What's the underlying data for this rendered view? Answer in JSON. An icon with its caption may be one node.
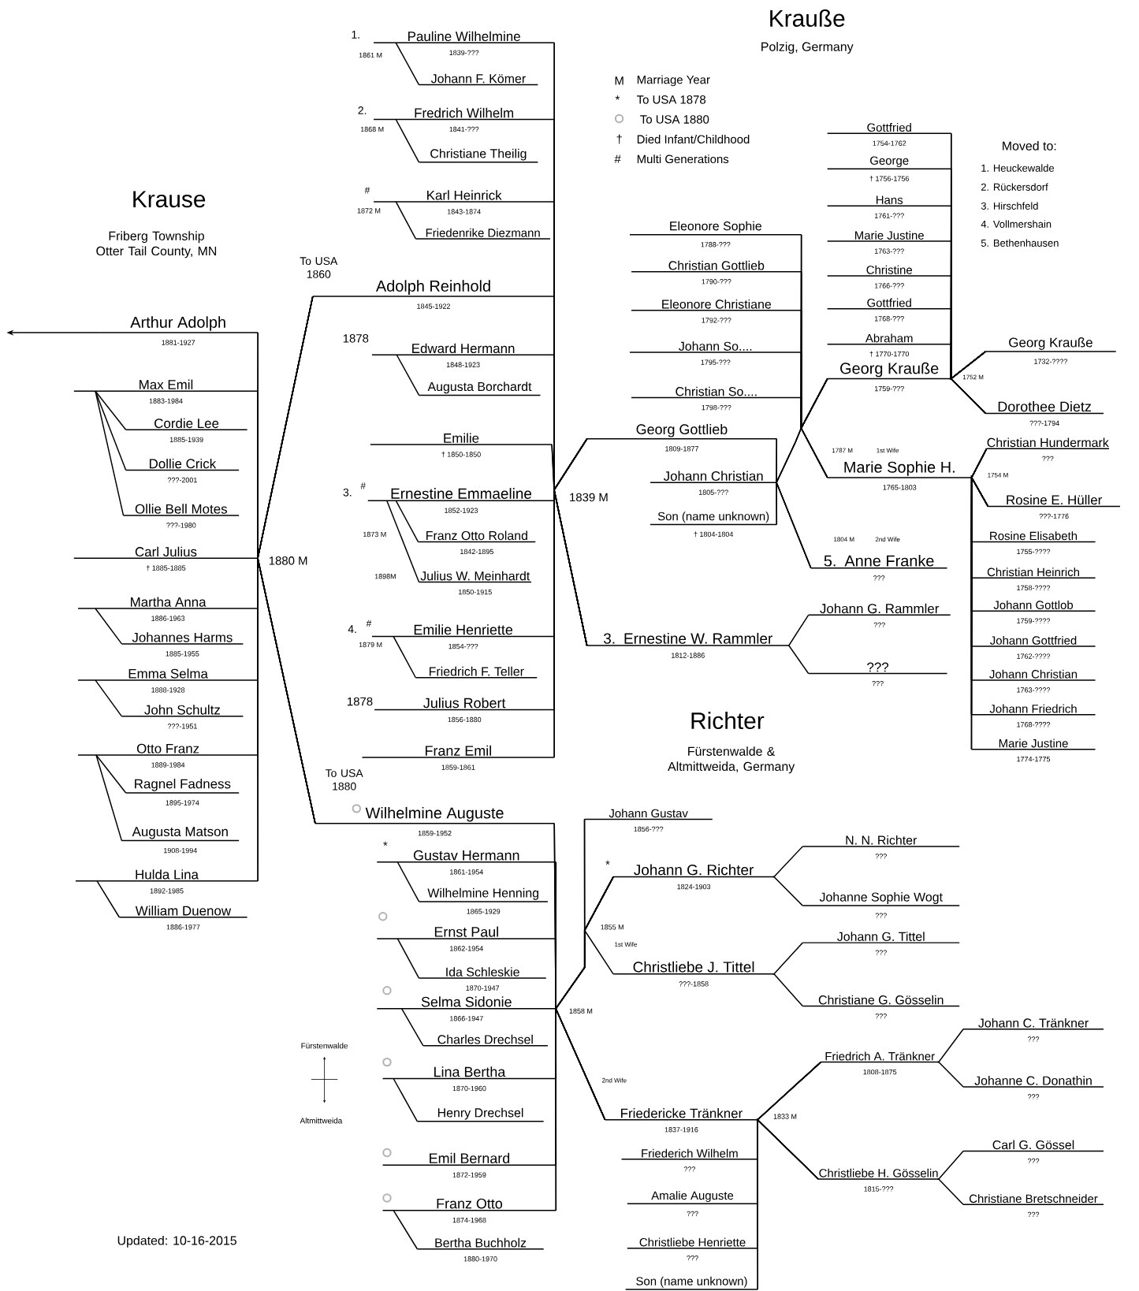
{
  "diagram": {
    "nodes": [
      {
        "text": [
          "Arthur Adolph"
        ],
        "beside": [
          "1881-1927"
        ]
      },
      {
        "text": [
          "Max Emil"
        ],
        "beside": [
          "1883-1984"
        ]
      },
      {
        "text": [
          "Cordie Lee"
        ],
        "beside": [
          "1885-1939"
        ]
      },
      {
        "text": [
          "Dollie Crick"
        ],
        "beside": [
          "???-2001"
        ]
      },
      {
        "text": [
          "Ollie Bell Motes"
        ],
        "beside": [
          "???-1980"
        ]
      },
      {
        "text": [
          "Carl Julius"
        ],
        "beside": [
          "† 1885-1885"
        ]
      },
      {
        "text": [
          "Martha Anna"
        ],
        "beside": [
          "1886-1963"
        ]
      },
      {
        "text": [
          "Johannes Harms"
        ],
        "beside": [
          "1885-1955"
        ]
      },
      {
        "text": [
          "Emma Selma"
        ],
        "beside": [
          "1888-1928"
        ]
      },
      {
        "text": [
          "John Schultz"
        ],
        "beside": [
          "???-1951"
        ]
      },
      {
        "text": [
          "Otto Franz"
        ],
        "beside": [
          "1889-1984"
        ]
      },
      {
        "text": [
          "Ragnel Fadness"
        ],
        "beside": [
          "1895-1974"
        ]
      },
      {
        "text": [
          "Augusta Matson"
        ],
        "beside": [
          "1908-1994"
        ]
      },
      {
        "text": [
          "Hulda Lina"
        ],
        "beside": [
          "1892-1985"
        ]
      },
      {
        "text": [
          "William Duenow"
        ],
        "beside": [
          "1886-1977"
        ]
      },
      {
        "text": [
          "Pauline Wilhelmine"
        ],
        "beside": [
          "1.",
          "1839-???"
        ]
      },
      {
        "text": [
          "Johann F. Kömer"
        ]
      },
      {
        "text": [
          "Fredrich Wilhelm"
        ],
        "beside": [
          "2.",
          "1841-???"
        ]
      },
      {
        "text": [
          "Christiane Theilig"
        ]
      },
      {
        "text": [
          "Karl Heinrick"
        ],
        "beside": [
          "#",
          "1843-1874"
        ]
      },
      {
        "text": [
          "Friedenrike Diezmann"
        ]
      },
      {
        "text": [
          "Adolph Reinhold"
        ],
        "beside": [
          "To USA 1860",
          "1845-1922"
        ]
      },
      {
        "text": [
          "Edward Hermann"
        ],
        "beside": [
          "1878",
          "1848-1923"
        ]
      },
      {
        "text": [
          "Augusta Borchardt"
        ]
      },
      {
        "text": [
          "Emilie"
        ],
        "beside": [
          "† 1850-1850"
        ]
      },
      {
        "text": [
          "Ernestine Emmaeline"
        ],
        "beside": [
          "3.",
          "#",
          "1852-1923"
        ]
      },
      {
        "text": [
          "Franz Otto Roland"
        ],
        "beside": [
          "1842-1895"
        ]
      },
      {
        "text": [
          "Julius W. Meinhardt"
        ],
        "beside": [
          "1898M",
          "1850-1915"
        ]
      },
      {
        "text": [
          "Emilie Henriette"
        ],
        "beside": [
          "4.",
          "#",
          "1854-???"
        ]
      },
      {
        "text": [
          "Friedrich F. Teller"
        ]
      },
      {
        "text": [
          "Julius Robert"
        ],
        "beside": [
          "1878",
          "1856-1880"
        ]
      },
      {
        "text": [
          "Franz Emil"
        ],
        "beside": [
          "1859-1861"
        ]
      },
      {
        "text": [
          "Wilhelmine Auguste"
        ],
        "beside": [
          "To USA 1880",
          "1859-1952"
        ]
      },
      {
        "text": [
          "Gustav Hermann"
        ],
        "beside": [
          "*",
          "1861-1954"
        ]
      },
      {
        "text": [
          "Wilhelmine Henning"
        ],
        "beside": [
          "1865-1929"
        ]
      },
      {
        "text": [
          "Ernst Paul"
        ],
        "beside": [
          "1862-1954"
        ]
      },
      {
        "text": [
          "Ida Schleskie"
        ],
        "beside": [
          "1870-1947"
        ]
      },
      {
        "text": [
          "Selma Sidonie"
        ],
        "beside": [
          "1866-1947"
        ]
      },
      {
        "text": [
          "Charles Drechsel"
        ]
      },
      {
        "text": [
          "Lina Bertha"
        ],
        "beside": [
          "1870-1960"
        ]
      },
      {
        "text": [
          "Henry Drechsel"
        ]
      },
      {
        "text": [
          "Emil Bernard"
        ],
        "beside": [
          "1872-1959"
        ]
      },
      {
        "text": [
          "Franz Otto"
        ],
        "beside": [
          "1874-1968"
        ]
      },
      {
        "text": [
          "Bertha Buchholz"
        ],
        "beside": [
          "1880-1970"
        ]
      },
      {
        "text": [
          "Gottfried"
        ],
        "beside": [
          "1754-1762"
        ]
      },
      {
        "text": [
          "George"
        ],
        "beside": [
          "† 1756-1756"
        ]
      },
      {
        "text": [
          "Hans"
        ],
        "beside": [
          "1761-???"
        ]
      },
      {
        "text": [
          "Marie Justine"
        ],
        "beside": [
          "1763-???"
        ]
      },
      {
        "text": [
          "Christine"
        ],
        "beside": [
          "1766-???"
        ]
      },
      {
        "text": [
          "Gottfried"
        ],
        "beside": [
          "1768-???"
        ]
      },
      {
        "text": [
          "Abraham"
        ],
        "beside": [
          "† 1770-1770"
        ]
      },
      {
        "text": [
          "Eleonore Sophie"
        ],
        "beside": [
          "1788-???"
        ]
      },
      {
        "text": [
          "Christian Gottlieb"
        ],
        "beside": [
          "1790-???"
        ]
      },
      {
        "text": [
          "Eleonore Christiane"
        ],
        "beside": [
          "1792-???"
        ]
      },
      {
        "text": [
          "Johann So...."
        ],
        "beside": [
          "1795-???"
        ]
      },
      {
        "text": [
          "Christian So...."
        ],
        "beside": [
          "1798-???"
        ]
      },
      {
        "text": [
          "Georg Krauße"
        ],
        "beside": [
          "1732-????"
        ]
      },
      {
        "text": [
          "Georg Krauße"
        ],
        "beside": [
          "1759-???"
        ]
      },
      {
        "text": [
          "Dorothee Dietz"
        ],
        "beside": [
          "???-1794"
        ]
      },
      {
        "text": [
          "Georg Gottlieb"
        ],
        "beside": [
          "1809-1877"
        ]
      },
      {
        "text": [
          "Christian Hundermark"
        ],
        "beside": [
          "???"
        ]
      },
      {
        "text": [
          "Marie Sophie H."
        ],
        "beside": [
          "1787 M",
          "1st Wife",
          "1765-1803"
        ]
      },
      {
        "text": [
          "Johann Christian"
        ],
        "beside": [
          "1805-???"
        ]
      },
      {
        "text": [
          "Rosine E. Hüller"
        ],
        "beside": [
          "???-1776"
        ]
      },
      {
        "text": [
          "Son (name unknown)"
        ],
        "beside": [
          "† 1804-1804"
        ]
      },
      {
        "text": [
          "Rosine Elisabeth"
        ],
        "beside": [
          "1755-????"
        ]
      },
      {
        "text": [
          "5.",
          "Anne Franke"
        ],
        "beside": [
          "1804 M",
          "2nd Wife",
          "???"
        ]
      },
      {
        "text": [
          "Christian Heinrich"
        ],
        "beside": [
          "1758-????"
        ]
      },
      {
        "text": [
          "Johann G. Rammler"
        ],
        "beside": [
          "???"
        ]
      },
      {
        "text": [
          "Johann Gottlob"
        ],
        "beside": [
          "1759-????"
        ]
      },
      {
        "text": [
          "3.",
          "Ernestine W. Rammler"
        ],
        "beside": [
          "1812-1886"
        ]
      },
      {
        "text": [
          "Johann Gottfried"
        ],
        "beside": [
          "1762-????"
        ]
      },
      {
        "text": [
          "???"
        ],
        "beside": [
          "???"
        ]
      },
      {
        "text": [
          "Johann Christian"
        ],
        "beside": [
          "1763-????"
        ]
      },
      {
        "text": [
          "Johann Friedrich"
        ],
        "beside": [
          "1768-????"
        ]
      },
      {
        "text": [
          "Marie Justine"
        ],
        "beside": [
          "1774-1775"
        ]
      },
      {
        "text": [
          "Johann Gustav"
        ],
        "beside": [
          "1856-???"
        ]
      },
      {
        "text": [
          "N. N. Richter"
        ],
        "beside": [
          "???"
        ]
      },
      {
        "text": [
          "Johann G. Richter"
        ],
        "beside": [
          "*",
          "1824-1903"
        ]
      },
      {
        "text": [
          "Johanne Sophie Wogt"
        ],
        "beside": [
          "???"
        ]
      },
      {
        "text": [
          "Johann G. Tittel"
        ],
        "beside": [
          "???"
        ]
      },
      {
        "text": [
          "Christliebe J. Tittel"
        ],
        "beside": [
          "1st Wife",
          "???-1858"
        ]
      },
      {
        "text": [
          "Christiane G. Gösselin"
        ],
        "beside": [
          "???"
        ]
      },
      {
        "text": [
          "Johann C. Tränkner"
        ],
        "beside": [
          "???"
        ]
      },
      {
        "text": [
          "Friedrich A. Tränkner"
        ],
        "beside": [
          "1808-1875"
        ]
      },
      {
        "text": [
          "Johanne C. Donathin"
        ],
        "beside": [
          "???"
        ]
      },
      {
        "text": [
          "Friedericke Tränkner"
        ],
        "beside": [
          "1837-1916"
        ]
      },
      {
        "text": [
          "Carl G. Gössel"
        ],
        "beside": [
          "???"
        ]
      },
      {
        "text": [
          "Friederich Wilhelm"
        ],
        "beside": [
          "???"
        ]
      },
      {
        "text": [
          "Christliebe H. Gösselin"
        ],
        "beside": [
          "1815-???"
        ]
      },
      {
        "text": [
          "Amalie Auguste"
        ],
        "beside": [
          "???"
        ]
      },
      {
        "text": [
          "Christiane Bretschneider"
        ],
        "beside": [
          "???"
        ]
      },
      {
        "text": [
          "Christliebe Henriette"
        ],
        "beside": [
          "???"
        ]
      },
      {
        "text": [
          "Son (name unknown)"
        ]
      }
    ],
    "edges": [
      {
        "from": 0,
        "to": null,
        "arrow": "to"
      },
      {
        "from": 0,
        "to": 21,
        "arrow": "none"
      },
      {
        "from": 0,
        "to": 32,
        "arrow": "none"
      },
      {
        "from": 1,
        "to": 21,
        "arrow": "none"
      },
      {
        "from": 1,
        "to": 32,
        "arrow": "none"
      },
      {
        "from": 5,
        "to": 21,
        "arrow": "none"
      },
      {
        "from": 5,
        "to": 32,
        "arrow": "none"
      },
      {
        "from": 6,
        "to": 21,
        "arrow": "none"
      },
      {
        "from": 6,
        "to": 32,
        "arrow": "none"
      },
      {
        "from": 8,
        "to": 21,
        "arrow": "none"
      },
      {
        "from": 8,
        "to": 32,
        "arrow": "none"
      },
      {
        "from": 10,
        "to": 21,
        "arrow": "none"
      },
      {
        "from": 10,
        "to": 32,
        "arrow": "none"
      },
      {
        "from": 13,
        "to": 21,
        "arrow": "none"
      },
      {
        "from": 13,
        "to": 32,
        "arrow": "none"
      },
      {
        "from": 1,
        "to": 2,
        "arrow": "none"
      },
      {
        "from": 1,
        "to": 3,
        "arrow": "none"
      },
      {
        "from": 1,
        "to": 4,
        "arrow": "none"
      },
      {
        "from": 6,
        "to": 7,
        "arrow": "none"
      },
      {
        "from": 8,
        "to": 9,
        "arrow": "none"
      },
      {
        "from": 10,
        "to": 11,
        "arrow": "none"
      },
      {
        "from": 10,
        "to": 12,
        "arrow": "none"
      },
      {
        "from": 13,
        "to": 14,
        "arrow": "none"
      },
      {
        "from": 15,
        "to": 59,
        "arrow": "none"
      },
      {
        "from": 15,
        "to": 70,
        "arrow": "none"
      },
      {
        "from": 17,
        "to": 59,
        "arrow": "none"
      },
      {
        "from": 17,
        "to": 70,
        "arrow": "none"
      },
      {
        "from": 19,
        "to": 59,
        "arrow": "none"
      },
      {
        "from": 19,
        "to": 70,
        "arrow": "none"
      },
      {
        "from": 21,
        "to": 59,
        "arrow": "none"
      },
      {
        "from": 21,
        "to": 70,
        "arrow": "none"
      },
      {
        "from": 22,
        "to": 59,
        "arrow": "none"
      },
      {
        "from": 22,
        "to": 70,
        "arrow": "none"
      },
      {
        "from": 24,
        "to": 59,
        "arrow": "none"
      },
      {
        "from": 24,
        "to": 70,
        "arrow": "none"
      },
      {
        "from": 25,
        "to": 59,
        "arrow": "none"
      },
      {
        "from": 25,
        "to": 70,
        "arrow": "none"
      },
      {
        "from": 28,
        "to": 59,
        "arrow": "none"
      },
      {
        "from": 28,
        "to": 70,
        "arrow": "none"
      },
      {
        "from": 30,
        "to": 59,
        "arrow": "none"
      },
      {
        "from": 30,
        "to": 70,
        "arrow": "none"
      },
      {
        "from": 31,
        "to": 59,
        "arrow": "none"
      },
      {
        "from": 31,
        "to": 70,
        "arrow": "none"
      },
      {
        "from": 15,
        "to": 16,
        "arrow": "none"
      },
      {
        "from": 17,
        "to": 18,
        "arrow": "none"
      },
      {
        "from": 19,
        "to": 20,
        "arrow": "none"
      },
      {
        "from": 22,
        "to": 23,
        "arrow": "none"
      },
      {
        "from": 25,
        "to": 26,
        "arrow": "none"
      },
      {
        "from": 25,
        "to": 27,
        "arrow": "none"
      },
      {
        "from": 28,
        "to": 29,
        "arrow": "none"
      },
      {
        "from": 32,
        "to": 78,
        "arrow": "none"
      },
      {
        "from": 32,
        "to": 86,
        "arrow": "none"
      },
      {
        "from": 33,
        "to": 78,
        "arrow": "none"
      },
      {
        "from": 33,
        "to": 86,
        "arrow": "none"
      },
      {
        "from": 35,
        "to": 78,
        "arrow": "none"
      },
      {
        "from": 35,
        "to": 86,
        "arrow": "none"
      },
      {
        "from": 37,
        "to": 78,
        "arrow": "none"
      },
      {
        "from": 37,
        "to": 86,
        "arrow": "none"
      },
      {
        "from": 39,
        "to": 78,
        "arrow": "none"
      },
      {
        "from": 39,
        "to": 86,
        "arrow": "none"
      },
      {
        "from": 41,
        "to": 78,
        "arrow": "none"
      },
      {
        "from": 41,
        "to": 86,
        "arrow": "none"
      },
      {
        "from": 42,
        "to": 78,
        "arrow": "none"
      },
      {
        "from": 42,
        "to": 86,
        "arrow": "none"
      },
      {
        "from": 33,
        "to": 34,
        "arrow": "none"
      },
      {
        "from": 35,
        "to": 36,
        "arrow": "none"
      },
      {
        "from": 37,
        "to": 38,
        "arrow": "none"
      },
      {
        "from": 39,
        "to": 40,
        "arrow": "none"
      },
      {
        "from": 42,
        "to": 43,
        "arrow": "none"
      },
      {
        "from": 44,
        "to": 56,
        "arrow": "none"
      },
      {
        "from": 44,
        "to": 58,
        "arrow": "none"
      },
      {
        "from": 45,
        "to": 56,
        "arrow": "none"
      },
      {
        "from": 45,
        "to": 58,
        "arrow": "none"
      },
      {
        "from": 46,
        "to": 56,
        "arrow": "none"
      },
      {
        "from": 46,
        "to": 58,
        "arrow": "none"
      },
      {
        "from": 47,
        "to": 56,
        "arrow": "none"
      },
      {
        "from": 47,
        "to": 58,
        "arrow": "none"
      },
      {
        "from": 48,
        "to": 56,
        "arrow": "none"
      },
      {
        "from": 48,
        "to": 58,
        "arrow": "none"
      },
      {
        "from": 49,
        "to": 56,
        "arrow": "none"
      },
      {
        "from": 49,
        "to": 58,
        "arrow": "none"
      },
      {
        "from": 50,
        "to": 56,
        "arrow": "none"
      },
      {
        "from": 50,
        "to": 58,
        "arrow": "none"
      },
      {
        "from": 57,
        "to": 56,
        "arrow": "none"
      },
      {
        "from": 57,
        "to": 58,
        "arrow": "none"
      },
      {
        "from": 51,
        "to": 57,
        "arrow": "none"
      },
      {
        "from": 51,
        "to": 61,
        "arrow": "none"
      },
      {
        "from": 52,
        "to": 57,
        "arrow": "none"
      },
      {
        "from": 52,
        "to": 61,
        "arrow": "none"
      },
      {
        "from": 53,
        "to": 57,
        "arrow": "none"
      },
      {
        "from": 53,
        "to": 61,
        "arrow": "none"
      },
      {
        "from": 54,
        "to": 57,
        "arrow": "none"
      },
      {
        "from": 54,
        "to": 61,
        "arrow": "none"
      },
      {
        "from": 55,
        "to": 57,
        "arrow": "none"
      },
      {
        "from": 55,
        "to": 61,
        "arrow": "none"
      },
      {
        "from": 59,
        "to": 57,
        "arrow": "none"
      },
      {
        "from": 59,
        "to": 66,
        "arrow": "none"
      },
      {
        "from": 62,
        "to": 57,
        "arrow": "none"
      },
      {
        "from": 62,
        "to": 66,
        "arrow": "none"
      },
      {
        "from": 64,
        "to": 57,
        "arrow": "none"
      },
      {
        "from": 64,
        "to": 66,
        "arrow": "none"
      },
      {
        "from": 61,
        "to": 60,
        "arrow": "none"
      },
      {
        "from": 61,
        "to": 63,
        "arrow": "none"
      },
      {
        "from": 65,
        "to": 60,
        "arrow": "none"
      },
      {
        "from": 65,
        "to": 63,
        "arrow": "none"
      },
      {
        "from": 67,
        "to": 60,
        "arrow": "none"
      },
      {
        "from": 67,
        "to": 63,
        "arrow": "none"
      },
      {
        "from": 69,
        "to": 60,
        "arrow": "none"
      },
      {
        "from": 69,
        "to": 63,
        "arrow": "none"
      },
      {
        "from": 71,
        "to": 60,
        "arrow": "none"
      },
      {
        "from": 71,
        "to": 63,
        "arrow": "none"
      },
      {
        "from": 73,
        "to": 60,
        "arrow": "none"
      },
      {
        "from": 73,
        "to": 63,
        "arrow": "none"
      },
      {
        "from": 74,
        "to": 60,
        "arrow": "none"
      },
      {
        "from": 74,
        "to": 63,
        "arrow": "none"
      },
      {
        "from": 75,
        "to": 60,
        "arrow": "none"
      },
      {
        "from": 75,
        "to": 63,
        "arrow": "none"
      },
      {
        "from": 70,
        "to": 68,
        "arrow": "none"
      },
      {
        "from": 70,
        "to": 72,
        "arrow": "none"
      },
      {
        "from": 76,
        "to": 78,
        "arrow": "none"
      },
      {
        "from": 76,
        "to": 81,
        "arrow": "none"
      },
      {
        "from": 78,
        "to": 77,
        "arrow": "none"
      },
      {
        "from": 78,
        "to": 79,
        "arrow": "none"
      },
      {
        "from": 81,
        "to": 80,
        "arrow": "none"
      },
      {
        "from": 81,
        "to": 82,
        "arrow": "none"
      },
      {
        "from": 86,
        "to": 84,
        "arrow": "none"
      },
      {
        "from": 86,
        "to": 89,
        "arrow": "none"
      },
      {
        "from": 88,
        "to": 84,
        "arrow": "none"
      },
      {
        "from": 88,
        "to": 89,
        "arrow": "none"
      },
      {
        "from": 90,
        "to": 84,
        "arrow": "none"
      },
      {
        "from": 90,
        "to": 89,
        "arrow": "none"
      },
      {
        "from": 92,
        "to": 84,
        "arrow": "none"
      },
      {
        "from": 92,
        "to": 89,
        "arrow": "none"
      },
      {
        "from": 93,
        "to": 84,
        "arrow": "none"
      },
      {
        "from": 93,
        "to": 89,
        "arrow": "none"
      },
      {
        "from": 84,
        "to": 83,
        "arrow": "none"
      },
      {
        "from": 84,
        "to": 85,
        "arrow": "none"
      },
      {
        "from": 89,
        "to": 87,
        "arrow": "none"
      },
      {
        "from": 89,
        "to": 91,
        "arrow": "none"
      }
    ],
    "labels": [
      "Krauße",
      "Polzig, Germany",
      "M",
      "Marriage Year",
      "*",
      "To USA 1878",
      "To USA 1880",
      "†",
      "Died Infant/Childhood",
      "#",
      "Multi Generations",
      "Moved to:",
      "1. Heuckewalde",
      "2. Rückersdorf",
      "3. Hirschfeld",
      "4. Vollmershain",
      "5. Bethenhausen",
      "Krause",
      "Friberg Township Otter Tail County, MN",
      "1752 M",
      "1754 M",
      "1839 M",
      "1880 M",
      "Richter",
      "Fürstenwalde & Altmittweida, Germany",
      "1855 M",
      "1858 M",
      "Fürstenwalde",
      "Altmittweida",
      "1833 M",
      "Updated: 10-16-2015",
      "1861 M",
      "1868 M",
      "1872 M",
      "1873 M",
      "1879 M",
      "2nd Wife"
    ]
  }
}
